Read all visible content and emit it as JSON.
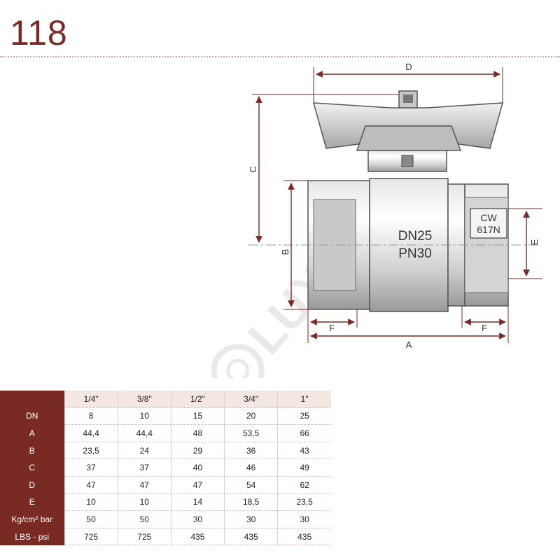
{
  "page": {
    "title": "118",
    "accent_color": "#7a2a24"
  },
  "drawing": {
    "dimension_labels": {
      "d": "D",
      "c": "C",
      "b": "B",
      "e": "E",
      "f_left": "F",
      "f_right": "F",
      "a": "A"
    },
    "body_markings": {
      "dn": "DN25",
      "pn": "PN30",
      "cw": "CW",
      "alloy": "617N"
    },
    "watermark": "LUXOR"
  },
  "spec_table": {
    "columns": [
      "1/4\"",
      "3/8\"",
      "1/2\"",
      "3/4\"",
      "1\""
    ],
    "rows": [
      {
        "label": "DN",
        "values": [
          "8",
          "10",
          "15",
          "20",
          "25"
        ]
      },
      {
        "label": "A",
        "values": [
          "44,4",
          "44,4",
          "48",
          "53,5",
          "66"
        ]
      },
      {
        "label": "B",
        "values": [
          "23,5",
          "24",
          "29",
          "36",
          "43"
        ]
      },
      {
        "label": "C",
        "values": [
          "37",
          "37",
          "40",
          "46",
          "49"
        ]
      },
      {
        "label": "D",
        "values": [
          "47",
          "47",
          "47",
          "54",
          "62"
        ]
      },
      {
        "label": "E",
        "values": [
          "10",
          "10",
          "14",
          "18,5",
          "23,5"
        ]
      },
      {
        "label": "Kg/cm² bar",
        "values": [
          "50",
          "50",
          "30",
          "30",
          "30"
        ]
      },
      {
        "label": "LBS - psi",
        "values": [
          "725",
          "725",
          "435",
          "435",
          "435"
        ]
      }
    ]
  }
}
